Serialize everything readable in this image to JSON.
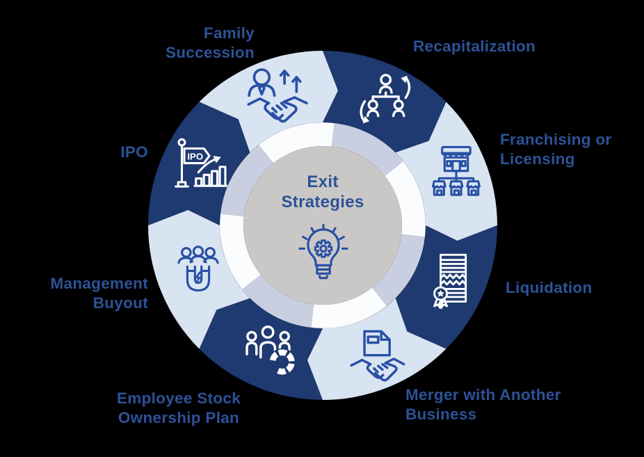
{
  "background_color": "#000000",
  "colors": {
    "segment_dark": "#1f3a70",
    "segment_light": "#d9e4f2",
    "ring_under_light": "#fbfcfe",
    "ring_under_dark": "#c9cfe0",
    "center_circle": "#cac8c6",
    "label_text": "#2d5298",
    "icon_on_light": "#2850a4",
    "icon_on_dark": "#ffffff",
    "center_icon": "#2850a4"
  },
  "center": {
    "title": "Exit\nStrategies",
    "icon": "lightbulb-gear-icon"
  },
  "segments": [
    {
      "id": "family-succession",
      "label": "Family\nSuccession",
      "tone": "light",
      "icon": "person-handshake-growth-icon"
    },
    {
      "id": "recapitalization",
      "label": "Recapitalization",
      "tone": "dark",
      "icon": "org-chart-cycle-icon"
    },
    {
      "id": "franchising-licensing",
      "label": "Franchising or\nLicensing",
      "tone": "light",
      "icon": "franchise-stores-icon"
    },
    {
      "id": "liquidation",
      "label": "Liquidation",
      "tone": "dark",
      "icon": "document-award-icon"
    },
    {
      "id": "merger",
      "label": "Merger with Another\nBusiness",
      "tone": "light",
      "icon": "contract-handshake-icon"
    },
    {
      "id": "esop",
      "label": "Employee Stock\nOwnership Plan",
      "tone": "dark",
      "icon": "people-pie-chart-icon"
    },
    {
      "id": "management-buyout",
      "label": "Management\nBuyout",
      "tone": "light",
      "icon": "magnet-people-icon"
    },
    {
      "id": "ipo",
      "label": "IPO",
      "tone": "dark",
      "icon": "ipo-signpost-chart-icon"
    }
  ],
  "ipo_flag_text": "IPO"
}
